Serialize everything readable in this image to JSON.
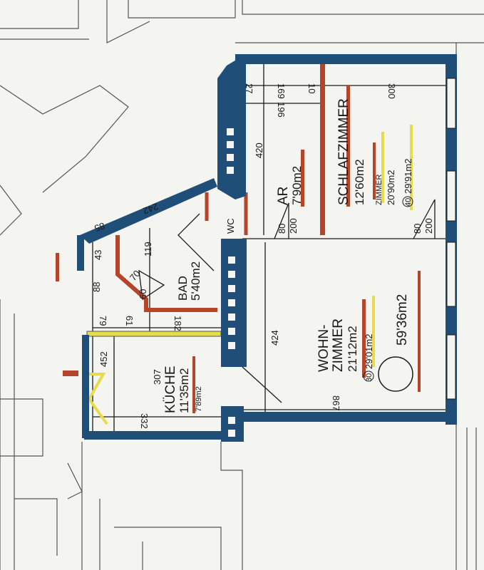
{
  "colors": {
    "wall": "#1f4e79",
    "paper": "#f4f4f0",
    "line": "#1a1a1a",
    "red": "#b5452a",
    "yellow": "#e8dc4a"
  },
  "rooms": {
    "schlafzimmer": {
      "name": "SCHLAFZIMMER",
      "area": "12'60m2",
      "alt_name": "ZIMMER",
      "alt_area": "20'90m2",
      "circle_no": "40",
      "total": "29'91m2"
    },
    "ar": {
      "name": "AR",
      "area": "7'90m2"
    },
    "wc": {
      "name": "WC"
    },
    "bad": {
      "name": "BAD",
      "area": "5'40m2"
    },
    "kueche": {
      "name": "KÜCHE",
      "area": "11'35m2",
      "alt_area": "7'89m2"
    },
    "wohnzimmer": {
      "name": "WOHN-",
      "name2": "ZIMMER",
      "area": "21'12m2",
      "circle_no": "30",
      "alt_area": "29'01m2",
      "total": "59'36m2"
    }
  },
  "dimensions": {
    "d300": "300",
    "d169": "169",
    "d196": "196",
    "d27": "27",
    "d10": "10",
    "d420": "420",
    "d80a": "80",
    "d200a": "200",
    "d80b": "80",
    "d200b": "200",
    "d424": "424",
    "d867": "867",
    "d452": "452",
    "d307": "307",
    "d332": "332",
    "d182": "182",
    "d61": "61",
    "d79": "79",
    "d119": "119",
    "d60": "60",
    "d70": "70",
    "d85": "85",
    "d242": "242",
    "d43": "43",
    "d88": "88"
  }
}
